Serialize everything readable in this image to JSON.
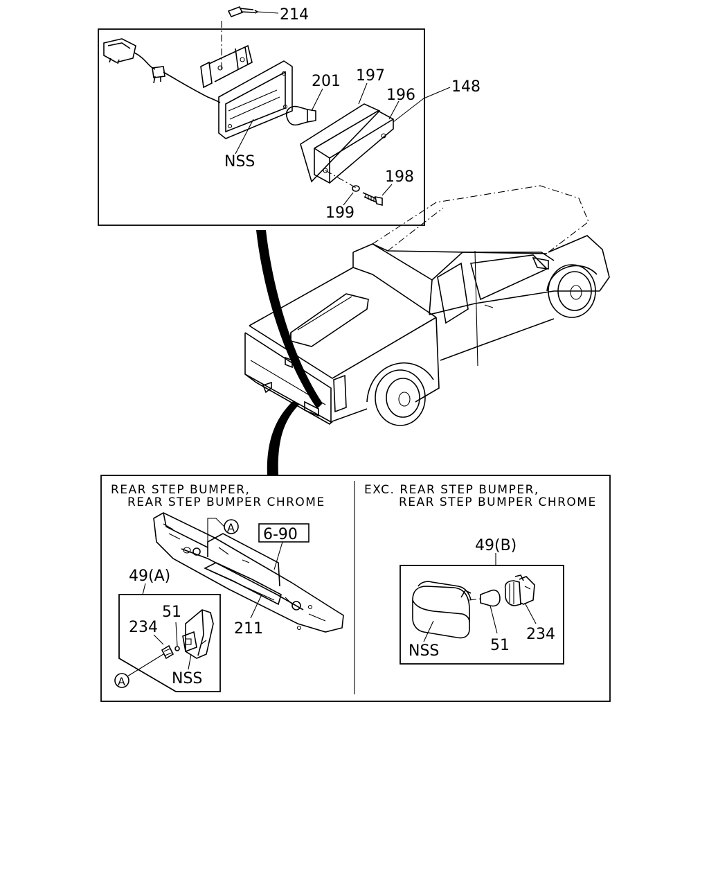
{
  "top_panel": {
    "callouts": {
      "bolt": "214",
      "assembly": "148",
      "bulb": "201",
      "gasket": "197",
      "lens": "196",
      "screw": "198",
      "washer": "199",
      "housing": "NSS"
    }
  },
  "bottom_panel": {
    "left": {
      "heading_line1": "REAR STEP BUMPER,",
      "heading_line2": "REAR STEP BUMPER CHROME",
      "ref_box": "6-90",
      "bumper": "211",
      "lamp_group": "49(A)",
      "bulb": "51",
      "socket": "234",
      "housing": "NSS",
      "detail_marker": "A"
    },
    "right": {
      "heading_line1": "EXC. REAR STEP BUMPER,",
      "heading_line2": "REAR STEP BUMPER CHROME",
      "lamp_group": "49(B)",
      "housing": "NSS",
      "bulb": "51",
      "socket": "234"
    }
  }
}
